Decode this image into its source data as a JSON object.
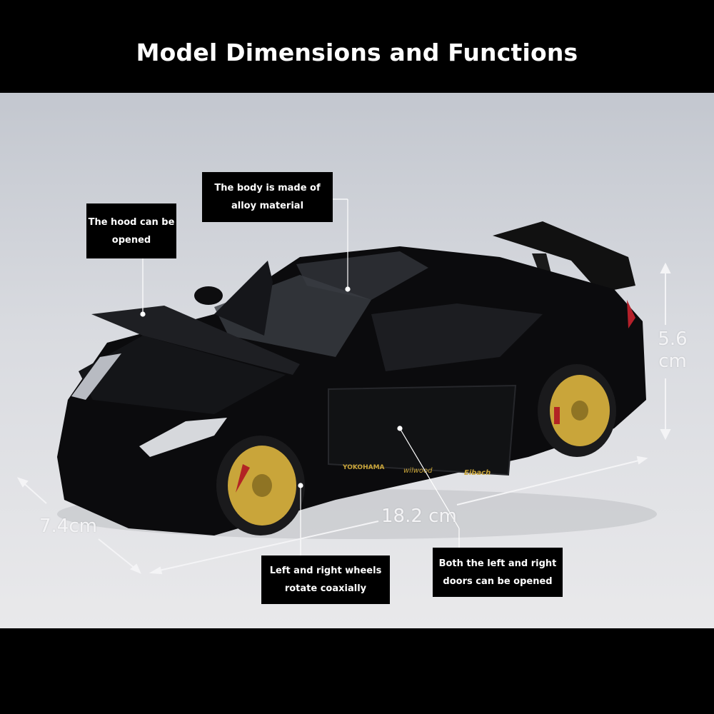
{
  "header": {
    "title": "Model Dimensions and Functions"
  },
  "callouts": {
    "hood": "The hood can be opened",
    "body": "The body is made of alloy material",
    "wheels": "Left and right wheels rotate coaxially",
    "doors": "Both the left and right doors can be opened"
  },
  "dimensions": {
    "height": "5.6 cm",
    "width": "7.4cm",
    "length": "18.2 cm"
  },
  "car_decals": {
    "tire_brand": "YOKOHAMA",
    "brake_brand": "wilwood",
    "spring_brand": "Eibach"
  },
  "colors": {
    "background_bar": "#000000",
    "car_body": "#0b0b0d",
    "wheel": "#c9a53a",
    "brake_caliper": "#c0282a"
  }
}
